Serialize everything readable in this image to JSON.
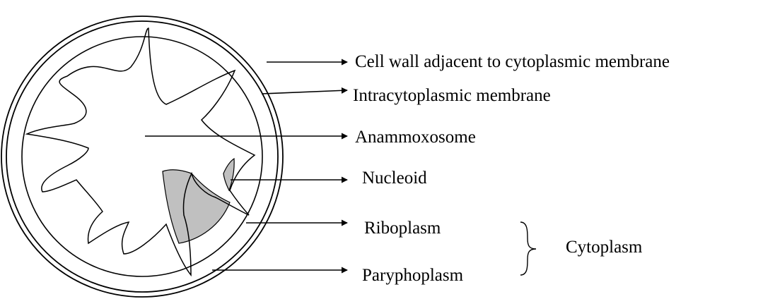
{
  "diagram": {
    "labels": {
      "cell_wall": "Cell wall adjacent to cytoplasmic membrane",
      "intracytoplasmic_membrane": "Intracytoplasmic membrane",
      "anammoxosome": "Anammoxosome",
      "nucleoid": "Nucleoid",
      "riboplasm": "Riboplasm",
      "paryphoplasm": "Paryphoplasm",
      "cytoplasm": "Cytoplasm"
    },
    "colors": {
      "outline": "#000000",
      "nucleoid_fill": "#c0c0c0",
      "background": "#ffffff"
    }
  }
}
